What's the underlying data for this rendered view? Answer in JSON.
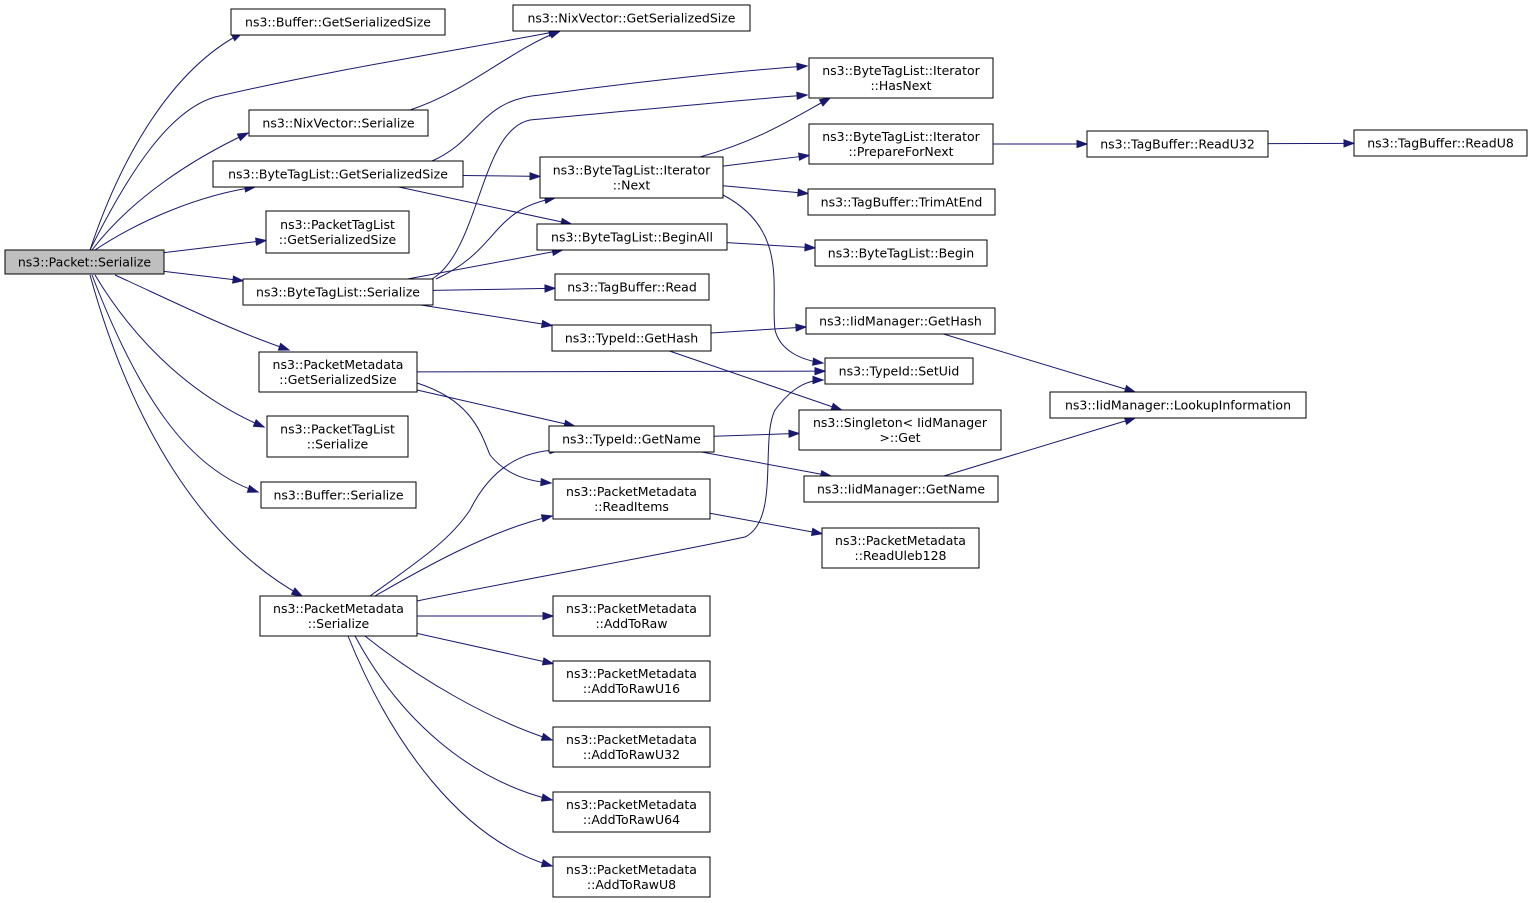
{
  "nodes": [
    {
      "id": "packet_serialize",
      "lines": [
        "ns3::Packet::Serialize"
      ],
      "root": true
    },
    {
      "id": "buffer_getserializedsize",
      "lines": [
        "ns3::Buffer::GetSerializedSize"
      ]
    },
    {
      "id": "nixvector_getserializedsize",
      "lines": [
        "ns3::NixVector::GetSerializedSize"
      ]
    },
    {
      "id": "nixvector_serialize",
      "lines": [
        "ns3::NixVector::Serialize"
      ]
    },
    {
      "id": "bytetaglist_getserializedsize",
      "lines": [
        "ns3::ByteTagList::GetSerializedSize"
      ]
    },
    {
      "id": "packettaglist_getserializedsize",
      "lines": [
        "ns3::PacketTagList",
        "::GetSerializedSize"
      ]
    },
    {
      "id": "bytetaglist_serialize",
      "lines": [
        "ns3::ByteTagList::Serialize"
      ]
    },
    {
      "id": "packetmetadata_getserializedsize",
      "lines": [
        "ns3::PacketMetadata",
        "::GetSerializedSize"
      ]
    },
    {
      "id": "packettaglist_serialize",
      "lines": [
        "ns3::PacketTagList",
        "::Serialize"
      ]
    },
    {
      "id": "buffer_serialize",
      "lines": [
        "ns3::Buffer::Serialize"
      ]
    },
    {
      "id": "packetmetadata_serialize",
      "lines": [
        "ns3::PacketMetadata",
        "::Serialize"
      ]
    },
    {
      "id": "iterator_hasnext",
      "lines": [
        "ns3::ByteTagList::Iterator",
        "::HasNext"
      ]
    },
    {
      "id": "iterator_next",
      "lines": [
        "ns3::ByteTagList::Iterator",
        "::Next"
      ]
    },
    {
      "id": "iterator_preparefornext",
      "lines": [
        "ns3::ByteTagList::Iterator",
        "::PrepareForNext"
      ]
    },
    {
      "id": "tagbuffer_trimatend",
      "lines": [
        "ns3::TagBuffer::TrimAtEnd"
      ]
    },
    {
      "id": "bytetaglist_beginall",
      "lines": [
        "ns3::ByteTagList::BeginAll"
      ]
    },
    {
      "id": "bytetaglist_begin",
      "lines": [
        "ns3::ByteTagList::Begin"
      ]
    },
    {
      "id": "tagbuffer_read",
      "lines": [
        "ns3::TagBuffer::Read"
      ]
    },
    {
      "id": "typeid_gethash",
      "lines": [
        "ns3::TypeId::GetHash"
      ]
    },
    {
      "id": "iidmanager_gethash",
      "lines": [
        "ns3::IidManager::GetHash"
      ]
    },
    {
      "id": "typeid_setuid",
      "lines": [
        "ns3::TypeId::SetUid"
      ]
    },
    {
      "id": "singleton_get",
      "lines": [
        "ns3::Singleton< IidManager",
        " >::Get"
      ]
    },
    {
      "id": "typeid_getname",
      "lines": [
        "ns3::TypeId::GetName"
      ]
    },
    {
      "id": "iidmanager_getname",
      "lines": [
        "ns3::IidManager::GetName"
      ]
    },
    {
      "id": "packetmetadata_readitems",
      "lines": [
        "ns3::PacketMetadata",
        "::ReadItems"
      ]
    },
    {
      "id": "packetmetadata_readuleb128",
      "lines": [
        "ns3::PacketMetadata",
        "::ReadUleb128"
      ]
    },
    {
      "id": "tagbuffer_readu32",
      "lines": [
        "ns3::TagBuffer::ReadU32"
      ]
    },
    {
      "id": "tagbuffer_readu8",
      "lines": [
        "ns3::TagBuffer::ReadU8"
      ]
    },
    {
      "id": "iidmanager_lookupinformation",
      "lines": [
        "ns3::IidManager::LookupInformation"
      ]
    },
    {
      "id": "packetmetadata_addtoraw",
      "lines": [
        "ns3::PacketMetadata",
        "::AddToRaw"
      ]
    },
    {
      "id": "packetmetadata_addtorawu16",
      "lines": [
        "ns3::PacketMetadata",
        "::AddToRawU16"
      ]
    },
    {
      "id": "packetmetadata_addtorawu32",
      "lines": [
        "ns3::PacketMetadata",
        "::AddToRawU32"
      ]
    },
    {
      "id": "packetmetadata_addtorawu64",
      "lines": [
        "ns3::PacketMetadata",
        "::AddToRawU64"
      ]
    },
    {
      "id": "packetmetadata_addtorawu8",
      "lines": [
        "ns3::PacketMetadata",
        "::AddToRawU8"
      ]
    }
  ],
  "edges": [
    {
      "from": "packet_serialize",
      "to": "buffer_getserializedsize"
    },
    {
      "from": "packet_serialize",
      "to": "nixvector_getserializedsize"
    },
    {
      "from": "packet_serialize",
      "to": "nixvector_serialize"
    },
    {
      "from": "packet_serialize",
      "to": "bytetaglist_getserializedsize"
    },
    {
      "from": "packet_serialize",
      "to": "packettaglist_getserializedsize"
    },
    {
      "from": "packet_serialize",
      "to": "bytetaglist_serialize"
    },
    {
      "from": "packet_serialize",
      "to": "packetmetadata_getserializedsize"
    },
    {
      "from": "packet_serialize",
      "to": "packettaglist_serialize"
    },
    {
      "from": "packet_serialize",
      "to": "buffer_serialize"
    },
    {
      "from": "packet_serialize",
      "to": "packetmetadata_serialize"
    },
    {
      "from": "nixvector_serialize",
      "to": "nixvector_getserializedsize"
    },
    {
      "from": "bytetaglist_getserializedsize",
      "to": "iterator_hasnext"
    },
    {
      "from": "bytetaglist_getserializedsize",
      "to": "iterator_next"
    },
    {
      "from": "bytetaglist_getserializedsize",
      "to": "bytetaglist_beginall"
    },
    {
      "from": "bytetaglist_serialize",
      "to": "iterator_hasnext"
    },
    {
      "from": "bytetaglist_serialize",
      "to": "iterator_next"
    },
    {
      "from": "bytetaglist_serialize",
      "to": "bytetaglist_beginall"
    },
    {
      "from": "bytetaglist_serialize",
      "to": "tagbuffer_read"
    },
    {
      "from": "bytetaglist_serialize",
      "to": "typeid_gethash"
    },
    {
      "from": "iterator_next",
      "to": "iterator_hasnext"
    },
    {
      "from": "iterator_next",
      "to": "iterator_preparefornext"
    },
    {
      "from": "iterator_next",
      "to": "tagbuffer_trimatend"
    },
    {
      "from": "iterator_next",
      "to": "typeid_setuid"
    },
    {
      "from": "iterator_preparefornext",
      "to": "tagbuffer_readu32"
    },
    {
      "from": "tagbuffer_readu32",
      "to": "tagbuffer_readu8"
    },
    {
      "from": "bytetaglist_beginall",
      "to": "bytetaglist_begin"
    },
    {
      "from": "typeid_gethash",
      "to": "iidmanager_gethash"
    },
    {
      "from": "typeid_gethash",
      "to": "singleton_get"
    },
    {
      "from": "iidmanager_gethash",
      "to": "iidmanager_lookupinformation"
    },
    {
      "from": "packetmetadata_getserializedsize",
      "to": "typeid_setuid"
    },
    {
      "from": "packetmetadata_getserializedsize",
      "to": "typeid_getname"
    },
    {
      "from": "packetmetadata_getserializedsize",
      "to": "packetmetadata_readitems"
    },
    {
      "from": "typeid_getname",
      "to": "singleton_get"
    },
    {
      "from": "typeid_getname",
      "to": "iidmanager_getname"
    },
    {
      "from": "iidmanager_getname",
      "to": "iidmanager_lookupinformation"
    },
    {
      "from": "packetmetadata_readitems",
      "to": "packetmetadata_readuleb128"
    },
    {
      "from": "packetmetadata_serialize",
      "to": "typeid_getname"
    },
    {
      "from": "packetmetadata_serialize",
      "to": "packetmetadata_readitems"
    },
    {
      "from": "packetmetadata_serialize",
      "to": "typeid_setuid"
    },
    {
      "from": "packetmetadata_serialize",
      "to": "packetmetadata_addtoraw"
    },
    {
      "from": "packetmetadata_serialize",
      "to": "packetmetadata_addtorawu16"
    },
    {
      "from": "packetmetadata_serialize",
      "to": "packetmetadata_addtorawu32"
    },
    {
      "from": "packetmetadata_serialize",
      "to": "packetmetadata_addtorawu64"
    },
    {
      "from": "packetmetadata_serialize",
      "to": "packetmetadata_addtorawu8"
    }
  ],
  "colors": {
    "edge": "#191970",
    "node_border": "#000000",
    "root_fill": "#bfbfbf",
    "node_fill": "#ffffff"
  }
}
